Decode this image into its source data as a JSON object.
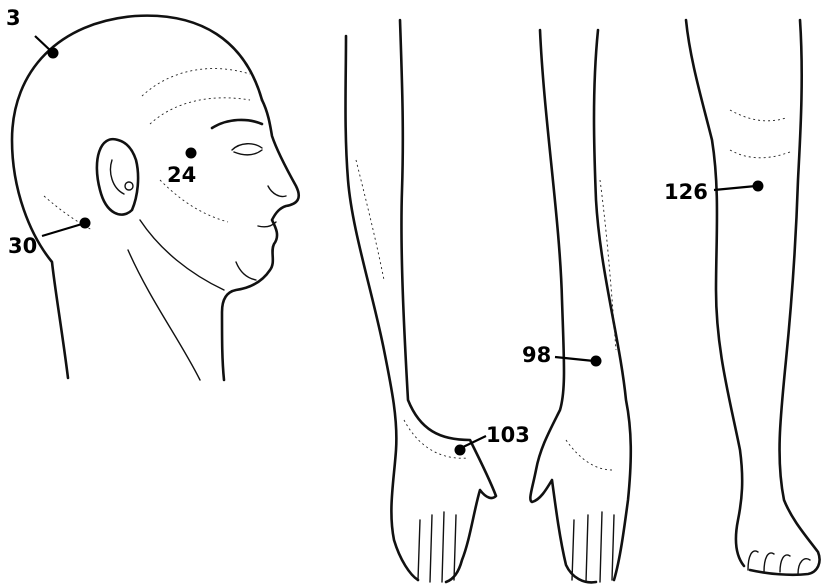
{
  "points": [
    {
      "id": "p3",
      "label": "3"
    },
    {
      "id": "p24",
      "label": "24"
    },
    {
      "id": "p30",
      "label": "30"
    },
    {
      "id": "p98",
      "label": "98"
    },
    {
      "id": "p103",
      "label": "103"
    },
    {
      "id": "p126",
      "label": "126"
    }
  ],
  "colors": {
    "ink": "#000000",
    "paper": "#ffffff"
  }
}
